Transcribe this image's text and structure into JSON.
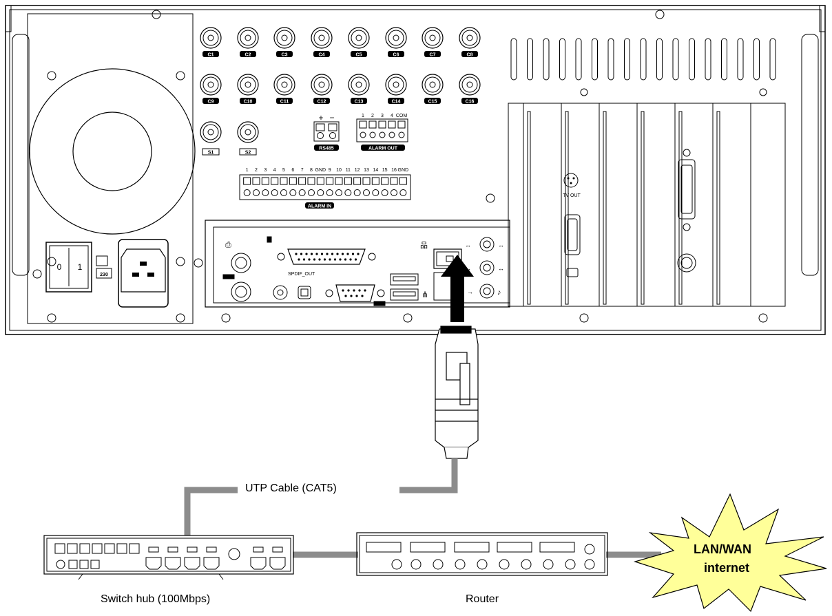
{
  "panel": {
    "bnc_row1": [
      "C1",
      "C2",
      "C3",
      "C4",
      "C5",
      "C6",
      "C7",
      "C8"
    ],
    "bnc_row2": [
      "C9",
      "C10",
      "C11",
      "C12",
      "C13",
      "C14",
      "C15",
      "C16"
    ],
    "spot": [
      "S1",
      "S2"
    ],
    "rs485_signs": [
      "+",
      "−"
    ],
    "rs485_label": "RS485",
    "alarm_out_nums": [
      "1",
      "2",
      "3",
      "4",
      "COM"
    ],
    "alarm_out_label": "ALARM OUT",
    "alarm_in_nums": [
      "1",
      "2",
      "3",
      "4",
      "5",
      "6",
      "7",
      "8",
      "GND",
      "9",
      "10",
      "11",
      "12",
      "13",
      "14",
      "15",
      "16",
      "GND"
    ],
    "alarm_in_label": "ALARM IN",
    "power_switch": [
      "0",
      "1"
    ],
    "voltage_label": "230",
    "spdif_label": "SPDIF_OUT",
    "tv_out_label": "TV OUT"
  },
  "labels": {
    "cable": "UTP Cable (CAT5)",
    "switch": "Switch hub (100Mbps)",
    "router": "Router",
    "network_line1": "LAN/WAN",
    "network_line2": "internet"
  },
  "colors": {
    "cable": "#8c8c8c",
    "burst_fill": "#ffff99",
    "bnc_label_bg": "#000000"
  }
}
